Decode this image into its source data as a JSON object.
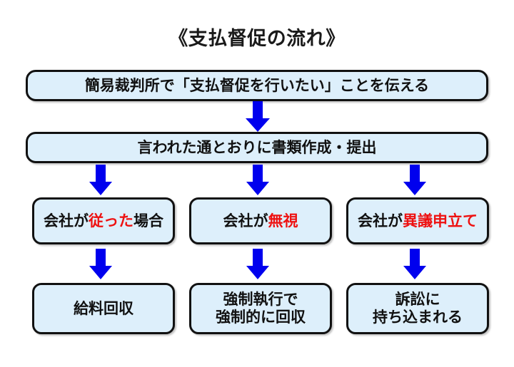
{
  "diagram": {
    "title": "《支払督促の流れ》",
    "background_color": "#ffffff",
    "box_fill_color": "#ddeffb",
    "box_border_color": "#111111",
    "text_color": "#111111",
    "highlight_color": "#ee1111",
    "arrow_color": "#0000ee",
    "nodes": {
      "step1": {
        "text": "簡易裁判所で「支払督促を行いたい」ことを伝える"
      },
      "step2": {
        "text": "言われた通とおりに書類作成・提出"
      },
      "branch1": {
        "prefix": "会社が",
        "highlight": "従った",
        "suffix": "場合"
      },
      "branch2": {
        "prefix": "会社が",
        "highlight": "無視",
        "suffix": ""
      },
      "branch3": {
        "prefix": "会社が",
        "highlight": "異議申立て",
        "suffix": ""
      },
      "result1": {
        "line1": "給料回収",
        "line2": ""
      },
      "result2": {
        "line1": "強制執行で",
        "line2": "強制的に回収"
      },
      "result3": {
        "line1": "訴訟に",
        "line2": "持ち込まれる"
      }
    },
    "arrows": {
      "main": "down-arrow-icon",
      "branch_left": "down-arrow-icon",
      "branch_center": "down-arrow-icon",
      "branch_right": "down-arrow-icon",
      "result_left": "down-arrow-icon",
      "result_center": "down-arrow-icon",
      "result_right": "down-arrow-icon"
    }
  }
}
